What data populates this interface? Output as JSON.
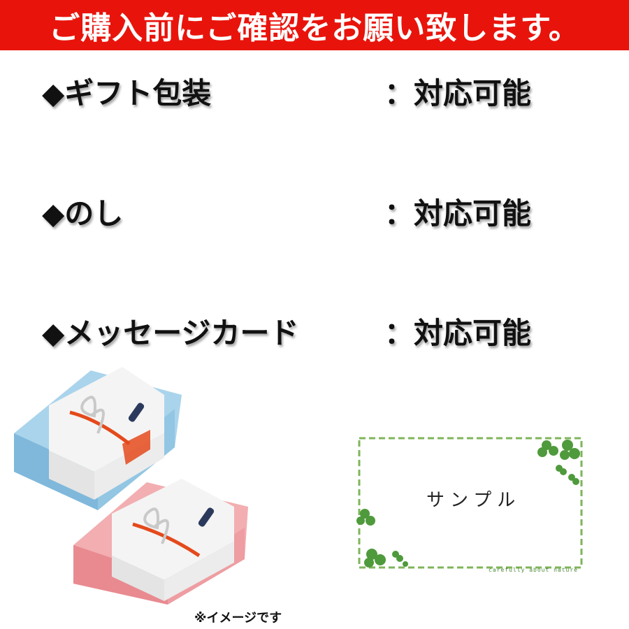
{
  "banner": {
    "text": "ご購入前にご確認をお願い致します。",
    "color": "#e8140c"
  },
  "rows": [
    {
      "label": "◆ギフト包装",
      "value": "：対応可能"
    },
    {
      "label": "◆のし",
      "value": "：対応可能"
    },
    {
      "label": "◆メッセージカード",
      "value": "：対応可能"
    }
  ],
  "card": {
    "text": "サンプル",
    "small_text": "carefully about nature"
  },
  "caption": "※イメージです"
}
